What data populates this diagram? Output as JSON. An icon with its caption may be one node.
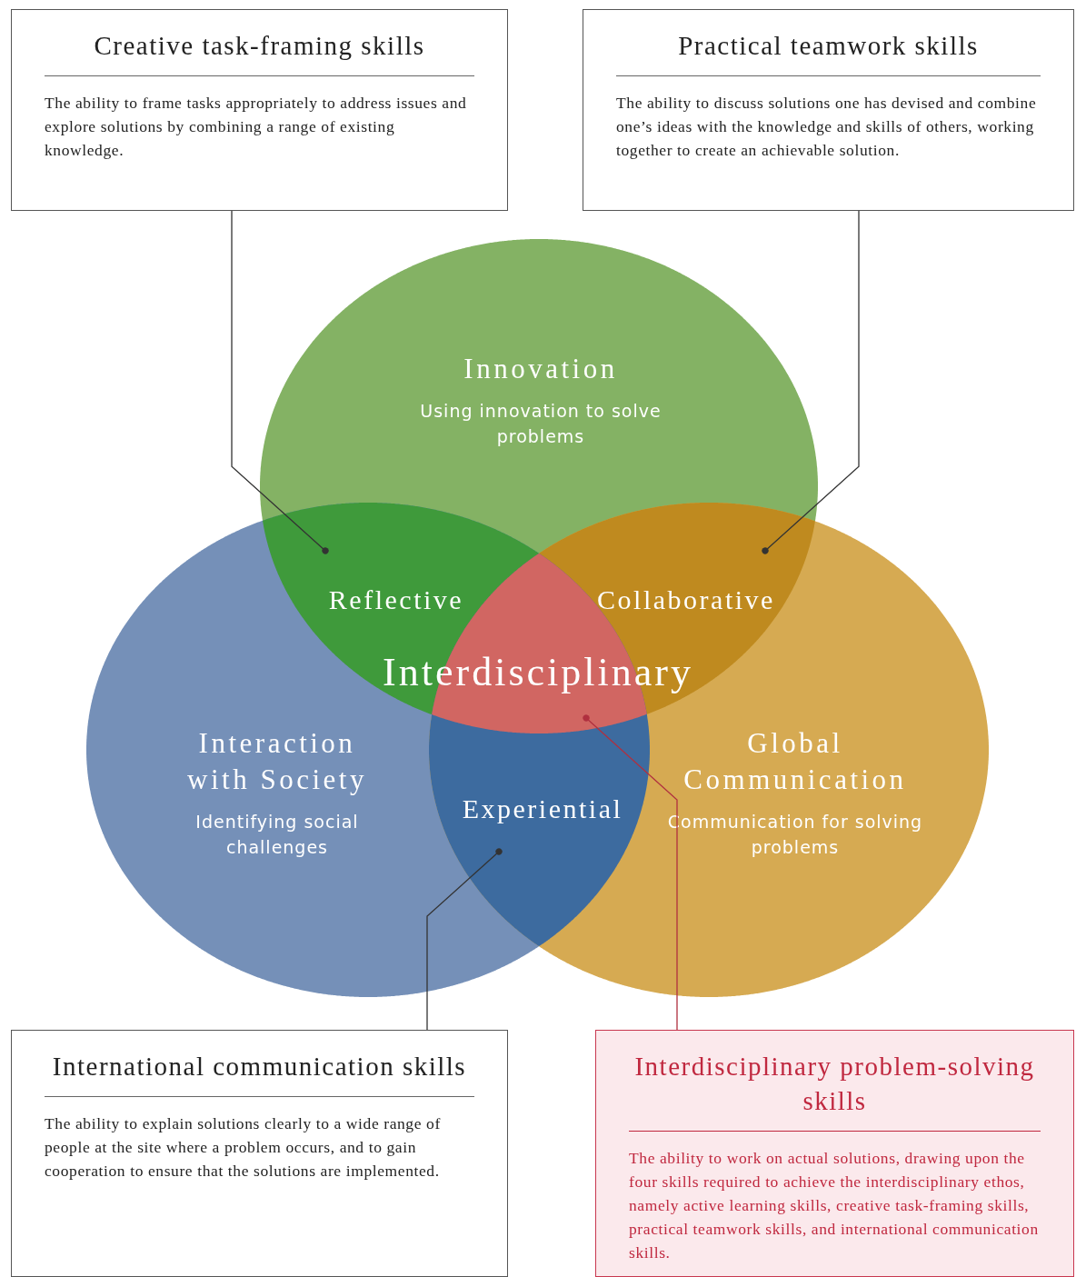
{
  "diagram": {
    "nodes": [
      {
        "text": [
          "Creative task-framing skills",
          "The ability to frame tasks appropriately to address issues and explore solutions by combining a range of existing knowledge."
        ]
      },
      {
        "text": [
          "Practical teamwork skills",
          "The ability to discuss solutions one has devised and combine one’s ideas with the knowledge and skills of others, working together to create an achievable solution."
        ]
      },
      {
        "text": [
          "Innovation",
          "Using innovation to solve problems"
        ]
      },
      {
        "text": [
          "Interaction with Society",
          "Identifying social challenges"
        ]
      },
      {
        "text": [
          "Global Communication",
          "Communication for solving problems"
        ]
      },
      {
        "text": [
          "Reflective"
        ]
      },
      {
        "text": [
          "Collaborative"
        ]
      },
      {
        "text": [
          "Interdisciplinary"
        ]
      },
      {
        "text": [
          "Experiential"
        ]
      },
      {
        "text": [
          "International communication skills",
          "The ability to explain solutions clearly to a wide range of people at the site where a problem occurs, and to gain cooperation to ensure that the solutions are implemented."
        ]
      },
      {
        "text": [
          "Interdisciplinary problem-solving skills",
          "The ability to work on actual solutions, drawing upon the four skills required to achieve the interdisciplinary ethos, namely active learning skills, creative task-framing skills, practical teamwork skills, and international communication skills."
        ]
      }
    ],
    "edges": [
      {
        "from": 0,
        "to": 5,
        "arrow": "other"
      },
      {
        "from": 1,
        "to": 6,
        "arrow": "other"
      },
      {
        "from": 9,
        "to": 8,
        "arrow": "other"
      },
      {
        "from": 10,
        "to": 7,
        "arrow": "other",
        "color": "#b0303f"
      }
    ]
  }
}
